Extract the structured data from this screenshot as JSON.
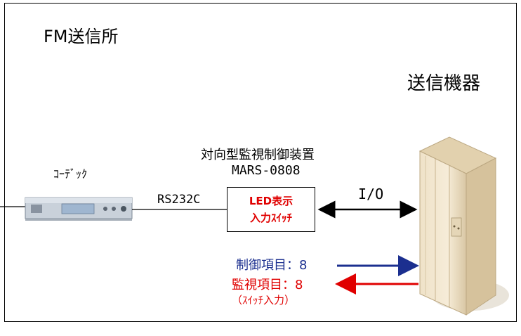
{
  "site_label": "FM送信所",
  "equipment_label": "送信機器",
  "device": {
    "title": "対向型監視制御装置",
    "model": "MARS-0808",
    "display_line1": "LED表示",
    "display_line2": "入力ｽｲｯﾁ"
  },
  "codec_label": "ｺｰﾃﾞｯｸ",
  "serial_label": "RS232C",
  "io_label": "I/O",
  "control": {
    "label": "制御項目：8",
    "color": "#1b2f8f"
  },
  "monitor": {
    "label": "監視項目：8",
    "sub": "（ｽｲｯﾁ入力）",
    "color": "#e00000"
  }
}
